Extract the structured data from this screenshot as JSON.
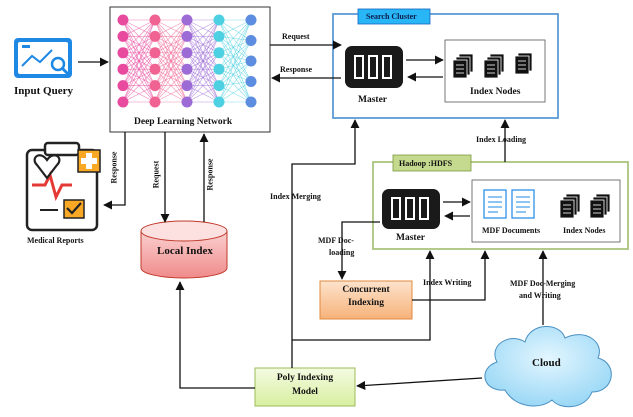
{
  "nodes": {
    "input_query": "Input Query",
    "dl_network": "Deep Learning Network",
    "search_cluster": "Search Cluster",
    "master_top": "Master",
    "index_nodes_top": "Index Nodes",
    "hadoop": "Hadoop :HDFS",
    "master_hdfs": "Master",
    "mdf_documents": "MDF Documents",
    "index_nodes_hdfs": "Index Nodes",
    "medical_reports": "Medical Reports",
    "local_index": "Local Index",
    "concurrent_indexing_1": "Concurrent",
    "concurrent_indexing_2": "Indexing",
    "poly_indexing_1": "Poly Indexing",
    "poly_indexing_2": "Model",
    "cloud": "Cloud"
  },
  "edges": {
    "request_top": "Request",
    "response_top": "Response",
    "response_medical": "Response",
    "request_local": "Request",
    "response_local": "Response",
    "index_merging": "Index Merging",
    "index_loading": "Index Loading",
    "mdf_doc_loading_1": "MDF Doc-",
    "mdf_doc_loading_2": "loading",
    "index_writing": "Index Writing",
    "mdf_doc_merging_1": "MDF Doc-Merging",
    "mdf_doc_merging_2": "and Writing"
  },
  "colors": {
    "search_cluster_border": "#5b9bd5",
    "search_cluster_tag": "#29b6f6",
    "hadoop_border": "#a9c47f",
    "hadoop_tag": "#c5d98f",
    "local_index_fill": "#f4a6a6",
    "concurrent_fill": "#f8c9a0",
    "poly_fill": "#e8f5c8",
    "cloud_fill": "#b3e5fc",
    "nn_layers": [
      "#e84a9e",
      "#f06292",
      "#9c6bd6",
      "#4dd0e1",
      "#5c8de0"
    ]
  }
}
